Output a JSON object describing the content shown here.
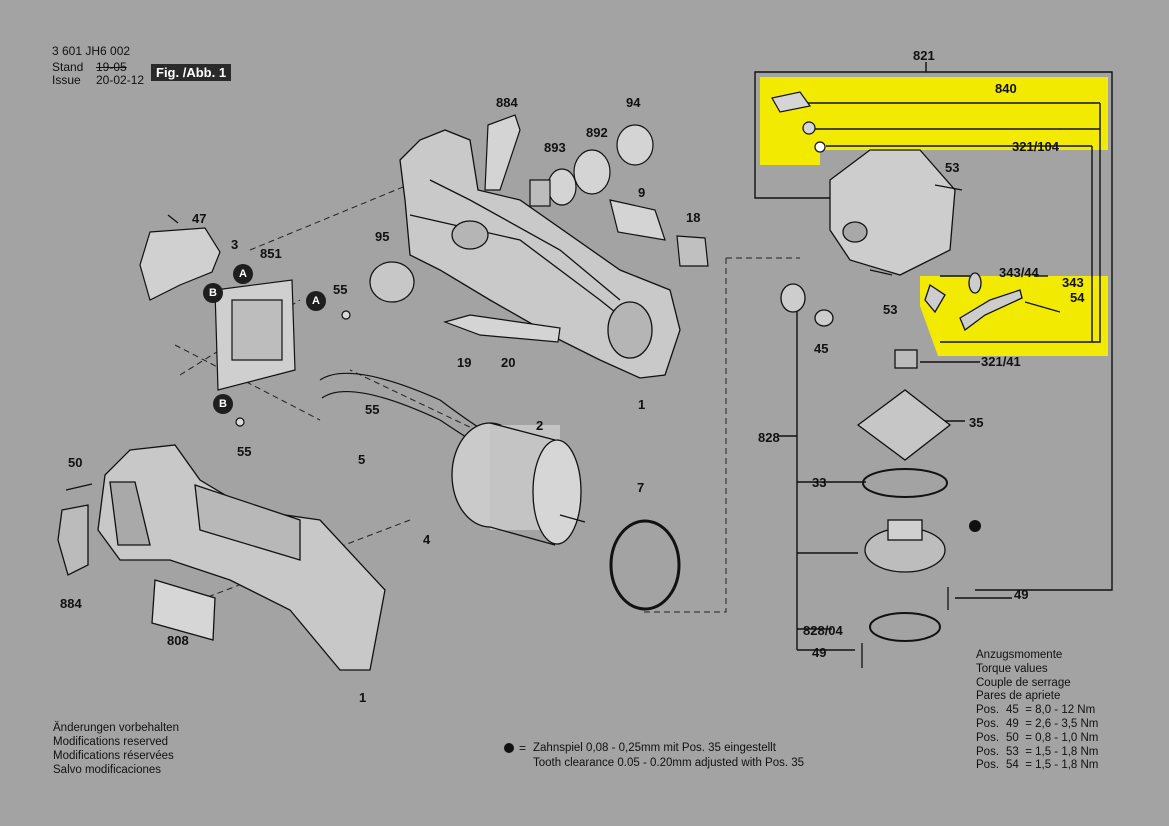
{
  "header": {
    "doc_number": "3 601 JH6 002",
    "stand_label": "Stand",
    "stand_value": "19-05",
    "issue_label": "Issue",
    "issue_value": "20-02-12",
    "figure_label": "Fig. /Abb. 1"
  },
  "parts": {
    "p821": "821",
    "p840": "840",
    "p321_104": "321/104",
    "p53a": "53",
    "p53b": "53",
    "p343_44": "343/44",
    "p343": "343",
    "p54": "54",
    "p321_41": "321/41",
    "p884a": "884",
    "p94": "94",
    "p892": "892",
    "p893": "893",
    "p9": "9",
    "p47": "47",
    "p3": "3",
    "p851": "851",
    "p95": "95",
    "p18": "18",
    "p55a": "55",
    "p55b": "55",
    "p55c": "55",
    "p19": "19",
    "p20": "20",
    "p1a": "1",
    "p45": "45",
    "p828": "828",
    "p35": "35",
    "p33": "33",
    "p2": "2",
    "p5": "5",
    "p4": "4",
    "p50": "50",
    "p884b": "884",
    "p7": "7",
    "p808": "808",
    "p1b": "1",
    "p49a": "49",
    "p828_04": "828/04",
    "p49b": "49"
  },
  "callouts": {
    "A": "A",
    "B": "B"
  },
  "torque": {
    "lines": [
      "Anzugsmomente",
      "Torque values",
      "Couple de serrage",
      "Pares de apriete"
    ],
    "rows": [
      {
        "label": "Pos.",
        "pos": "45",
        "value": "= 8,0 - 12  Nm"
      },
      {
        "label": "Pos.",
        "pos": "49",
        "value": "= 2,6 - 3,5 Nm"
      },
      {
        "label": "Pos.",
        "pos": "50",
        "value": "= 0,8 - 1,0 Nm"
      },
      {
        "label": "Pos.",
        "pos": "53",
        "value": "= 1,5 - 1,8 Nm"
      },
      {
        "label": "Pos.",
        "pos": "54",
        "value": "= 1,5 - 1,8 Nm"
      }
    ]
  },
  "notes": {
    "modifications": [
      "Änderungen vorbehalten",
      "Modifications reserved",
      "Modifications réservées",
      "Salvo modificaciones"
    ],
    "bullet_prefix": "=",
    "clearance_de": "Zahnspiel 0,08 - 0,25mm mit Pos. 35 eingestellt",
    "clearance_en": "Tooth clearance 0.05 - 0.20mm adjusted with Pos. 35"
  },
  "colors": {
    "background": "#a3a3a3",
    "highlight": "#f2ea00",
    "ink": "#111111"
  }
}
